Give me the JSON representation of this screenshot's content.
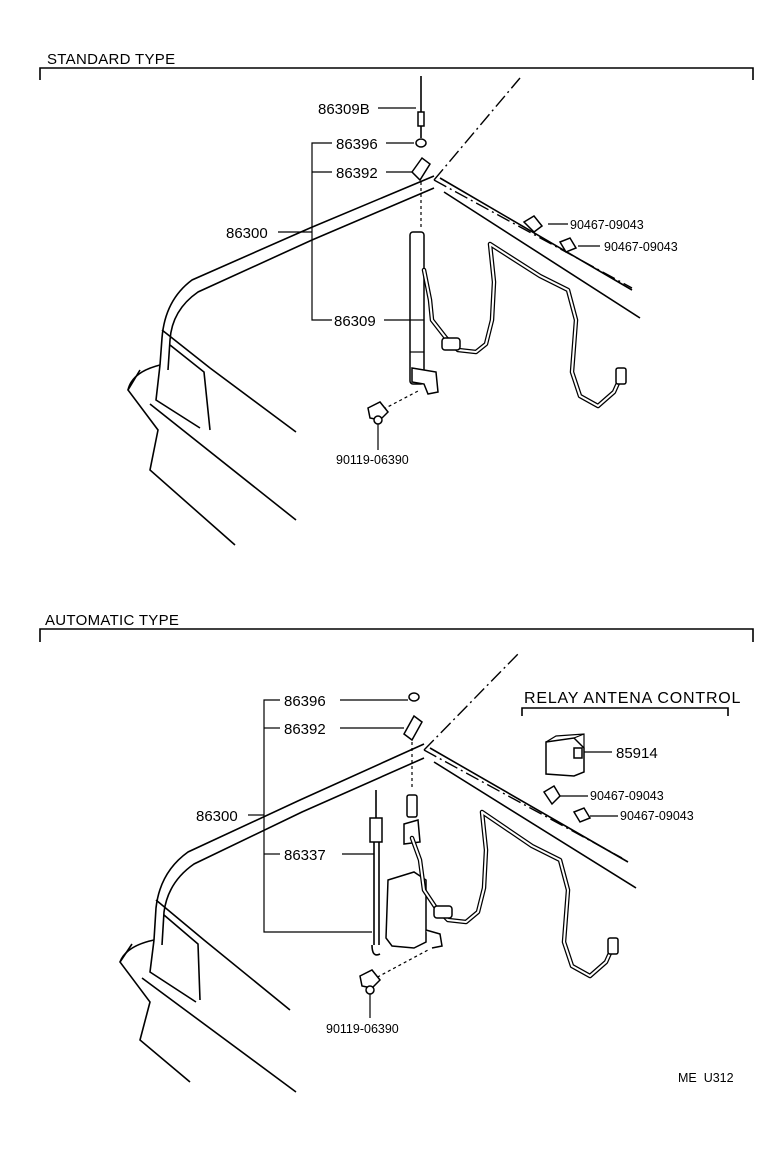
{
  "standard": {
    "title": "STANDARD TYPE",
    "parts": {
      "p86309B": "86309B",
      "p86396": "86396",
      "p86392": "86392",
      "p86300": "86300",
      "p86309": "86309",
      "p90467a": "90467-09043",
      "p90467b": "90467-09043",
      "p90119": "90119-06390"
    }
  },
  "automatic": {
    "title": "AUTOMATIC TYPE",
    "relay_title": "RELAY ANTENA CONTROL",
    "parts": {
      "p86396": "86396",
      "p86392": "86392",
      "p86300": "86300",
      "p86337": "86337",
      "p85914": "85914",
      "p90467a": "90467-09043",
      "p90467b": "90467-09043",
      "p90119": "90119-06390"
    }
  },
  "footer": {
    "code": "ME  U312"
  }
}
